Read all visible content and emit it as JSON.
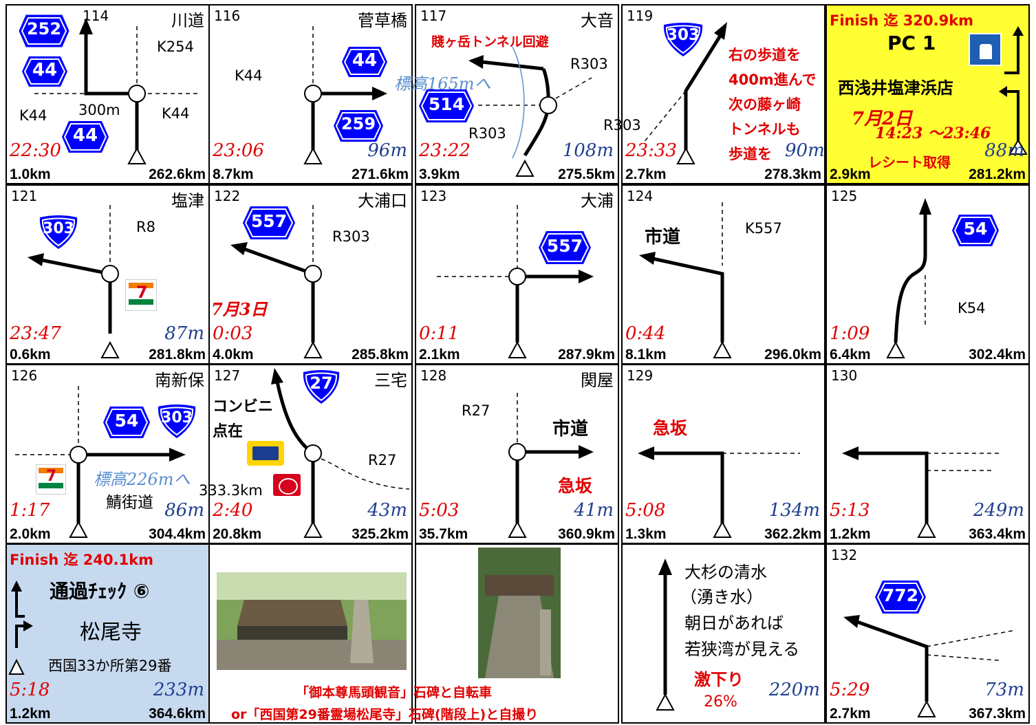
{
  "colors": {
    "red": "#e00000",
    "elev_blue": "#1f3f8f",
    "shield_blue": "#0000ff",
    "yellow": "#ffff33",
    "light_blue": "#c6d9ef"
  },
  "cells": {
    "c114": {
      "num": "114",
      "place": "川道",
      "time": "22:30",
      "elev": "",
      "dist": "1.0km",
      "total": "262.6km",
      "k254": "K254",
      "k44a": "K44",
      "k44b": "K44",
      "m300": "300m",
      "s252": "252",
      "s44a": "44",
      "s44b": "44"
    },
    "c116": {
      "num": "116",
      "place": "菅草橋",
      "time": "23:06",
      "elev": "96m",
      "dist": "8.7km",
      "total": "271.6km",
      "k44": "K44",
      "s44": "44",
      "s259": "259"
    },
    "c117": {
      "num": "117",
      "place": "大音",
      "time": "23:22",
      "elev": "108m",
      "dist": "3.9km",
      "total": "275.5km",
      "note": "賤ヶ岳トンネル回避",
      "elev_note": "標高165mへ",
      "r303a": "R303",
      "r303b": "R303",
      "s514": "514"
    },
    "c119": {
      "num": "119",
      "place": "",
      "time": "23:33",
      "elev": "",
      "dist": "2.7km",
      "total": "278.3km",
      "r303": "R303",
      "s303": "303",
      "note1": "右の歩道を",
      "note2": "400m進んで",
      "note3": "次の藤ヶ崎",
      "note4": "トンネルも",
      "note5": "歩道を",
      "note6": "90m"
    },
    "c_pc1": {
      "finish": "Finish 迄 320.9km",
      "pc": "PC 1",
      "shop": "西浅井塩津浜店",
      "date": "7月2日",
      "hours": "14:23 ～23:46",
      "receipt": "レシート取得",
      "elev": "88m",
      "dist": "2.9km",
      "total": "281.2km",
      "logo": "LAWSON STATION"
    },
    "c121": {
      "num": "121",
      "place": "塩津",
      "time": "23:47",
      "elev": "87m",
      "dist": "0.6km",
      "total": "281.8km",
      "r8": "R8",
      "s303": "303",
      "logo": "ELEVEn"
    },
    "c122": {
      "num": "122",
      "place": "大浦口",
      "time": "0:03",
      "elev": "",
      "dist": "4.0km",
      "total": "285.8km",
      "r303": "R303",
      "s557": "557",
      "date": "7月3日"
    },
    "c123": {
      "num": "123",
      "place": "大浦",
      "time": "0:11",
      "elev": "",
      "dist": "2.1km",
      "total": "287.9km",
      "s557": "557"
    },
    "c124": {
      "num": "124",
      "place": "",
      "time": "0:44",
      "elev": "",
      "dist": "8.1km",
      "total": "296.0km",
      "city": "市道",
      "k557": "K557"
    },
    "c125": {
      "num": "125",
      "place": "",
      "time": "1:09",
      "elev": "",
      "dist": "6.4km",
      "total": "302.4km",
      "k54": "K54",
      "s54": "54"
    },
    "c126": {
      "num": "126",
      "place": "南新保",
      "time": "1:17",
      "elev": "86m",
      "dist": "2.0km",
      "total": "304.4km",
      "s54": "54",
      "s303": "303",
      "elev_note": "標高226mへ",
      "road": "鯖街道",
      "logo": "ELEVEn"
    },
    "c127": {
      "num": "127",
      "place": "三宅",
      "time": "2:40",
      "elev": "43m",
      "dist": "20.8km",
      "total": "325.2km",
      "conv1": "コンビニ",
      "conv2": "点在",
      "r27": "R27",
      "s27": "27",
      "km": "333.3km",
      "logo1": "MINI STOP",
      "logo2": "すき家"
    },
    "c128": {
      "num": "128",
      "place": "関屋",
      "time": "5:03",
      "elev": "41m",
      "dist": "35.7km",
      "total": "360.9km",
      "r27": "R27",
      "city": "市道",
      "slope": "急坂"
    },
    "c129": {
      "num": "129",
      "place": "",
      "time": "5:08",
      "elev": "134m",
      "dist": "1.3km",
      "total": "362.2km",
      "slope": "急坂"
    },
    "c130": {
      "num": "130",
      "place": "",
      "time": "5:13",
      "elev": "249m",
      "dist": "1.2km",
      "total": "363.4km"
    },
    "c_check": {
      "finish": "Finish 迄 240.1km",
      "title": "通過ﾁｪｯｸ ⑥",
      "temple": "松尾寺",
      "sub": "西国33か所第29番",
      "time": "5:18",
      "elev": "233m",
      "dist": "1.2km",
      "total": "364.6km"
    },
    "photos": {
      "caption1": "「御本尊馬頭観音」石碑と自転車",
      "caption2": "or「西国第29番霊場松尾寺」石碑(階段上)と自撮り"
    },
    "c_water": {
      "l1": "大杉の清水",
      "l2": "（湧き水）",
      "l3": "朝日があれば",
      "l4": "若狭湾が見える",
      "descent": "激下り",
      "grade": "26%",
      "elev": "220m"
    },
    "c132": {
      "num": "132",
      "time": "5:29",
      "elev": "73m",
      "dist": "2.7km",
      "total": "367.3km",
      "s772": "772"
    }
  }
}
